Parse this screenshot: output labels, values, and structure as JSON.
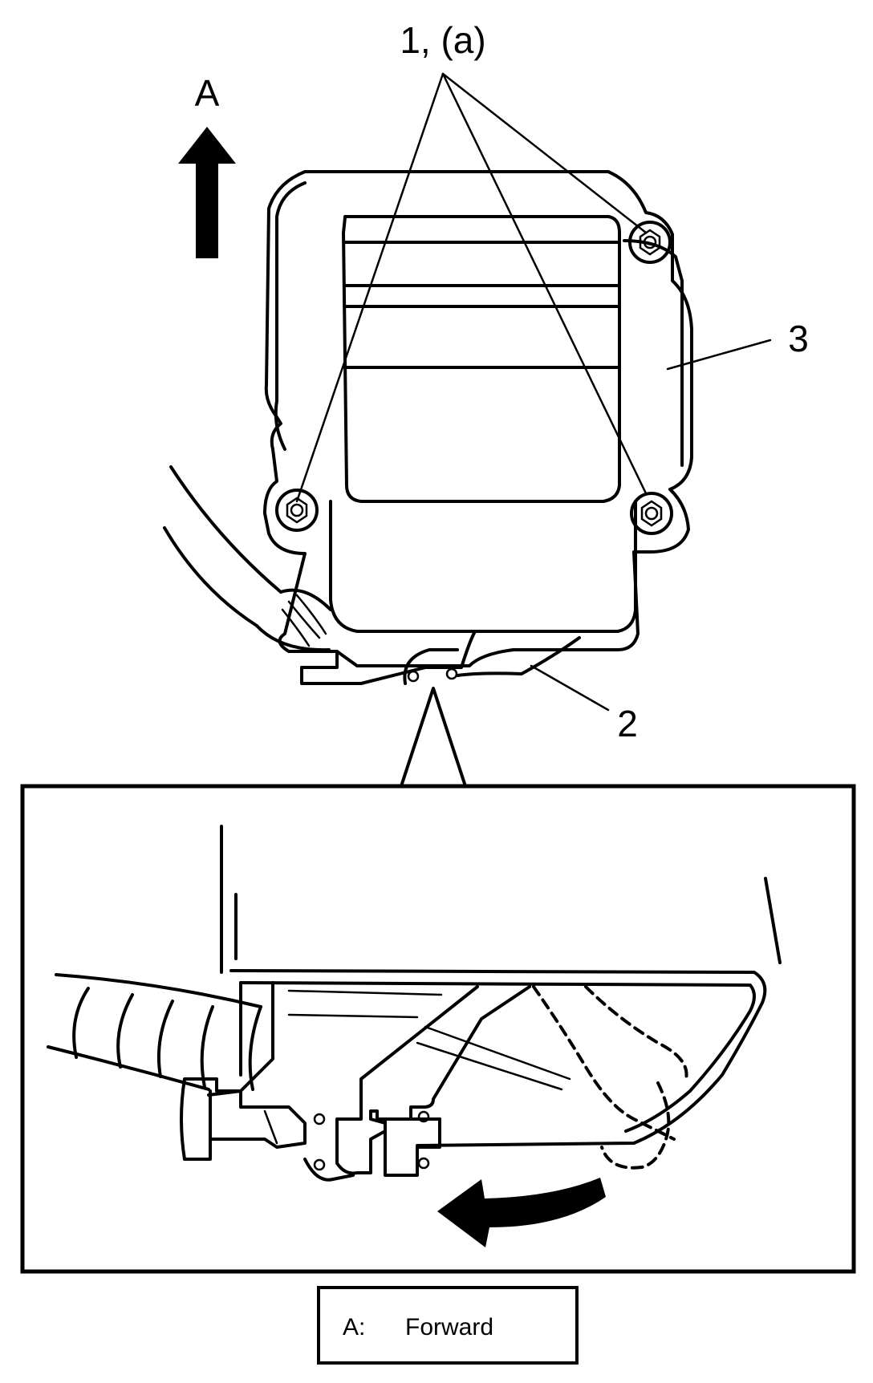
{
  "callouts": {
    "fastener": "1, (a)",
    "connector": "2",
    "module": "3",
    "direction": "A"
  },
  "legend": {
    "key": "A:",
    "value": "Forward"
  },
  "icons": {
    "arrow_up": "forward-arrow-icon",
    "rotate": "rotation-arrow-icon"
  },
  "colors": {
    "ink": "#000000",
    "background": "#ffffff"
  }
}
